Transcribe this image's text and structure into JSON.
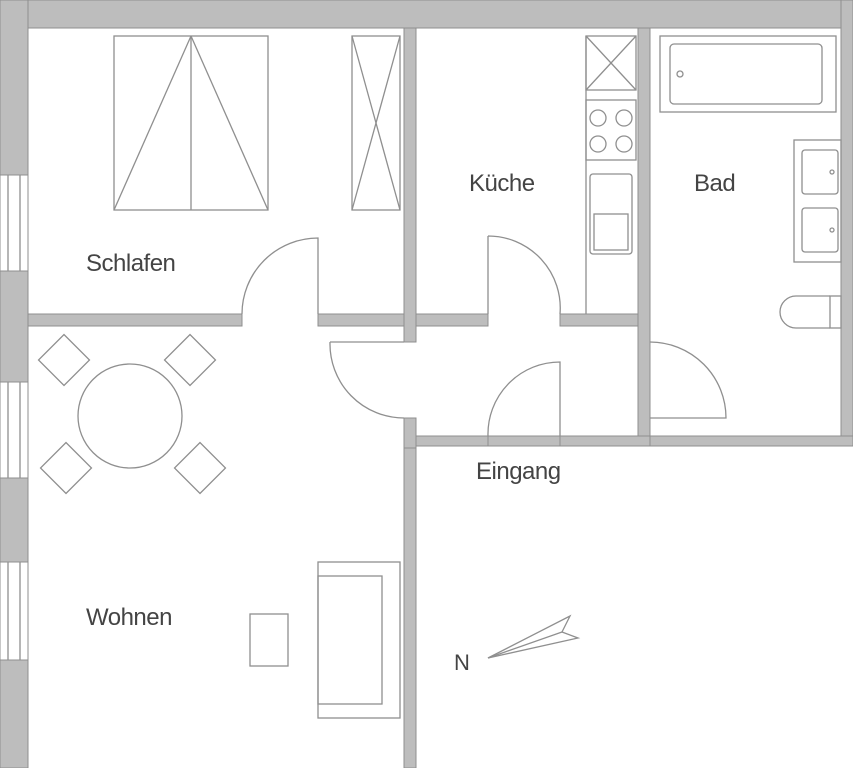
{
  "rooms": {
    "schlafen": "Schlafen",
    "kueche": "Küche",
    "bad": "Bad",
    "wohnen": "Wohnen",
    "eingang": "Eingang"
  },
  "compass": {
    "label": "N"
  },
  "colors": {
    "wall": "#bdbdbd",
    "line": "#8f8f8f",
    "text": "#444444"
  }
}
